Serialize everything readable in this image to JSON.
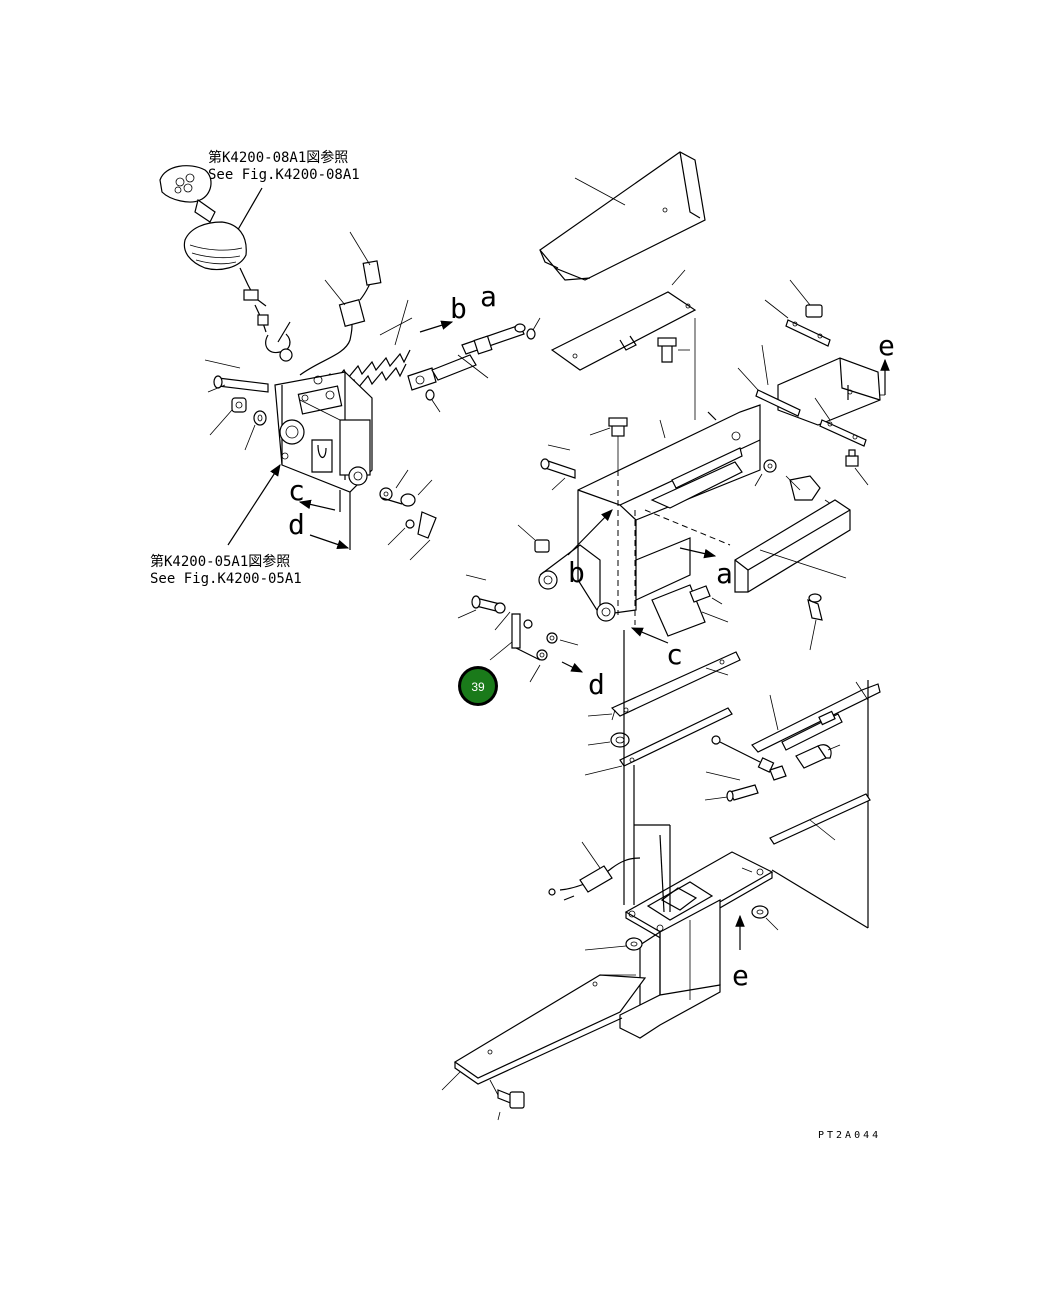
{
  "references": {
    "top_jp": "第K4200-08A1図参照",
    "top_en": "See Fig.K4200-08A1",
    "bottom_jp": "第K4200-05A1図参照",
    "bottom_en": "See Fig.K4200-05A1"
  },
  "letters": {
    "a1": "a",
    "b1": "b",
    "c1": "c",
    "d1": "d",
    "e1": "e",
    "b2": "b",
    "a2": "a",
    "c2": "c",
    "d2": "d",
    "e2": "e"
  },
  "badge": {
    "label": "39",
    "color": "#1a7a1a"
  },
  "drawing_code": "PT2A044"
}
